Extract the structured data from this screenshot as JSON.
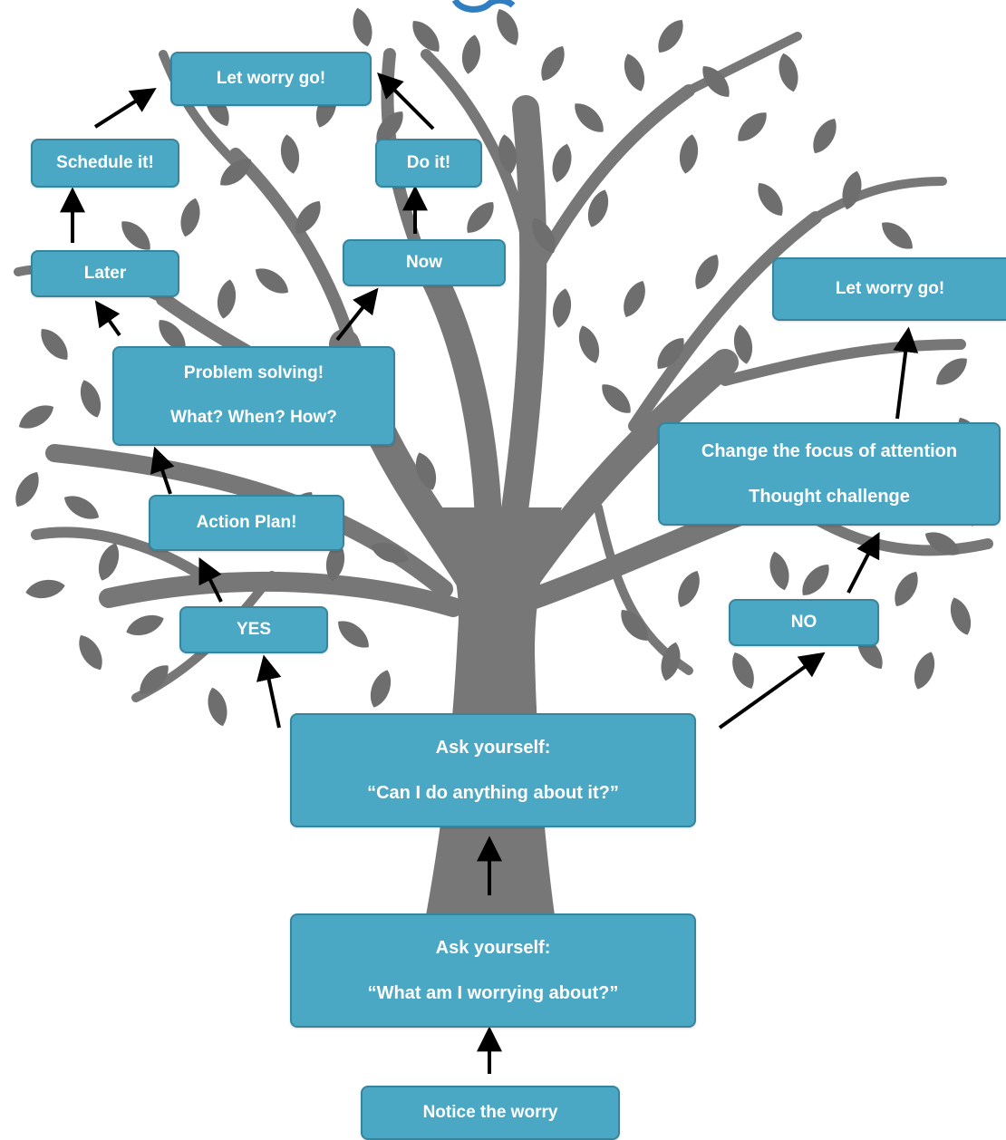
{
  "diagram": {
    "colors": {
      "box_fill": "#4aa8c4",
      "box_border": "#36859c",
      "box_text": "#ffffff",
      "tree": "#777777",
      "arrow": "#000000",
      "title_fragment": "#2f7ec1"
    },
    "nodes": {
      "notice": "Notice the worry",
      "ask_what_1": "Ask yourself:",
      "ask_what_2": "“What am I worrying about?”",
      "ask_can_1": "Ask yourself:",
      "ask_can_2": "“Can I do anything about it?”",
      "yes": "YES",
      "no": "NO",
      "action_plan": "Action Plan!",
      "problem_1": "Problem solving!",
      "problem_2": "What? When? How?",
      "later": "Later",
      "now": "Now",
      "schedule": "Schedule it!",
      "do_it": "Do it!",
      "let_go_left": "Let worry go!",
      "change_1": "Change the focus of attention",
      "change_2": "Thought challenge",
      "let_go_right": "Let worry go!"
    },
    "icons": [
      "tree-icon",
      "leaf-icon",
      "arrow-icon"
    ]
  }
}
